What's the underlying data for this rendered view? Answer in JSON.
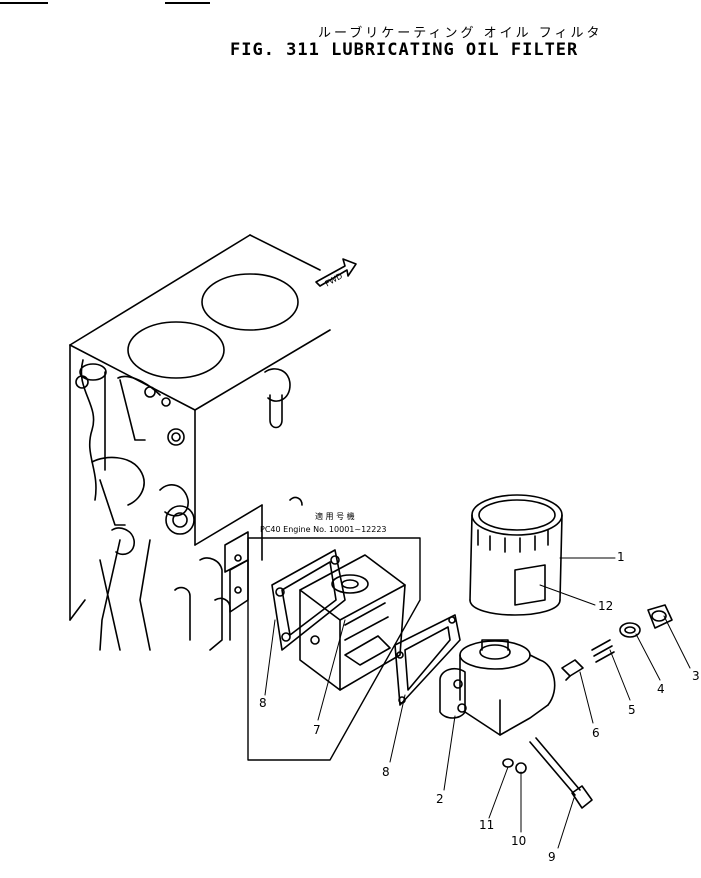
{
  "header": {
    "title_jp": "ルーブリケーティング オイル フィルタ",
    "title_en": "FIG. 311  LUBRICATING OIL FILTER"
  },
  "diagram": {
    "fwd_label": "FWD",
    "applicability_jp": "適 用 号 機",
    "applicability": "PC40  Engine No. 10001~12223",
    "callouts": [
      "1",
      "2",
      "3",
      "4",
      "5",
      "6",
      "7",
      "8",
      "8",
      "9",
      "10",
      "11",
      "12"
    ]
  }
}
